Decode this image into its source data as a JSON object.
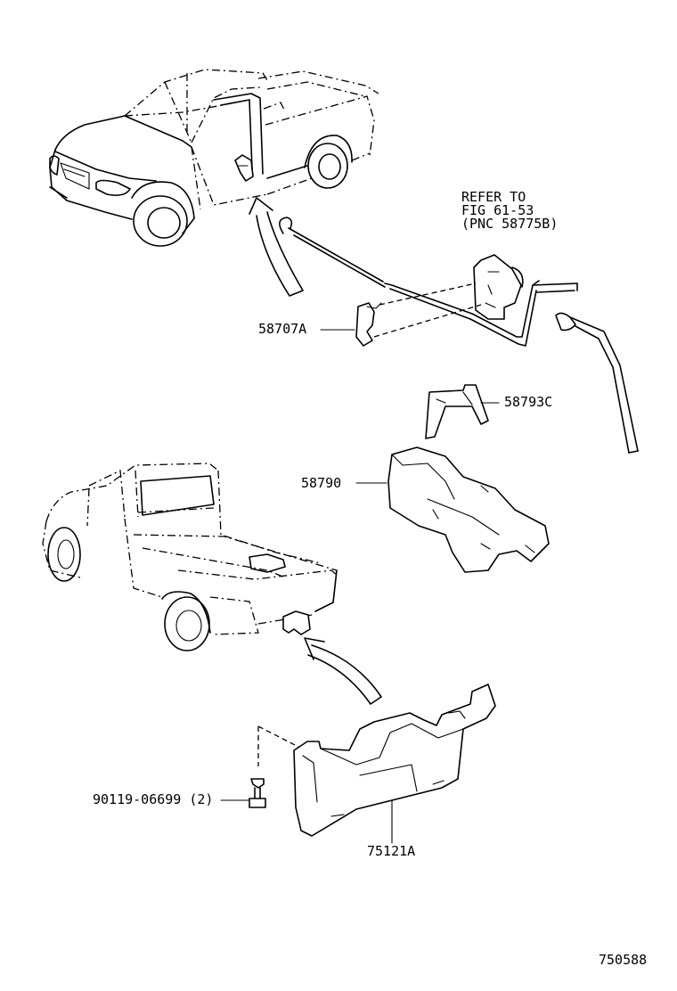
{
  "refer_note": {
    "line1": "REFER TO",
    "line2": "FIG 61-53",
    "line3": "(PNC 58775B)"
  },
  "parts": {
    "bracket_small": "58707A",
    "clip": "58793C",
    "tray": "58790",
    "bolt": "90119-06699 (2)",
    "carrier": "75121A"
  },
  "figure_id": "750588"
}
